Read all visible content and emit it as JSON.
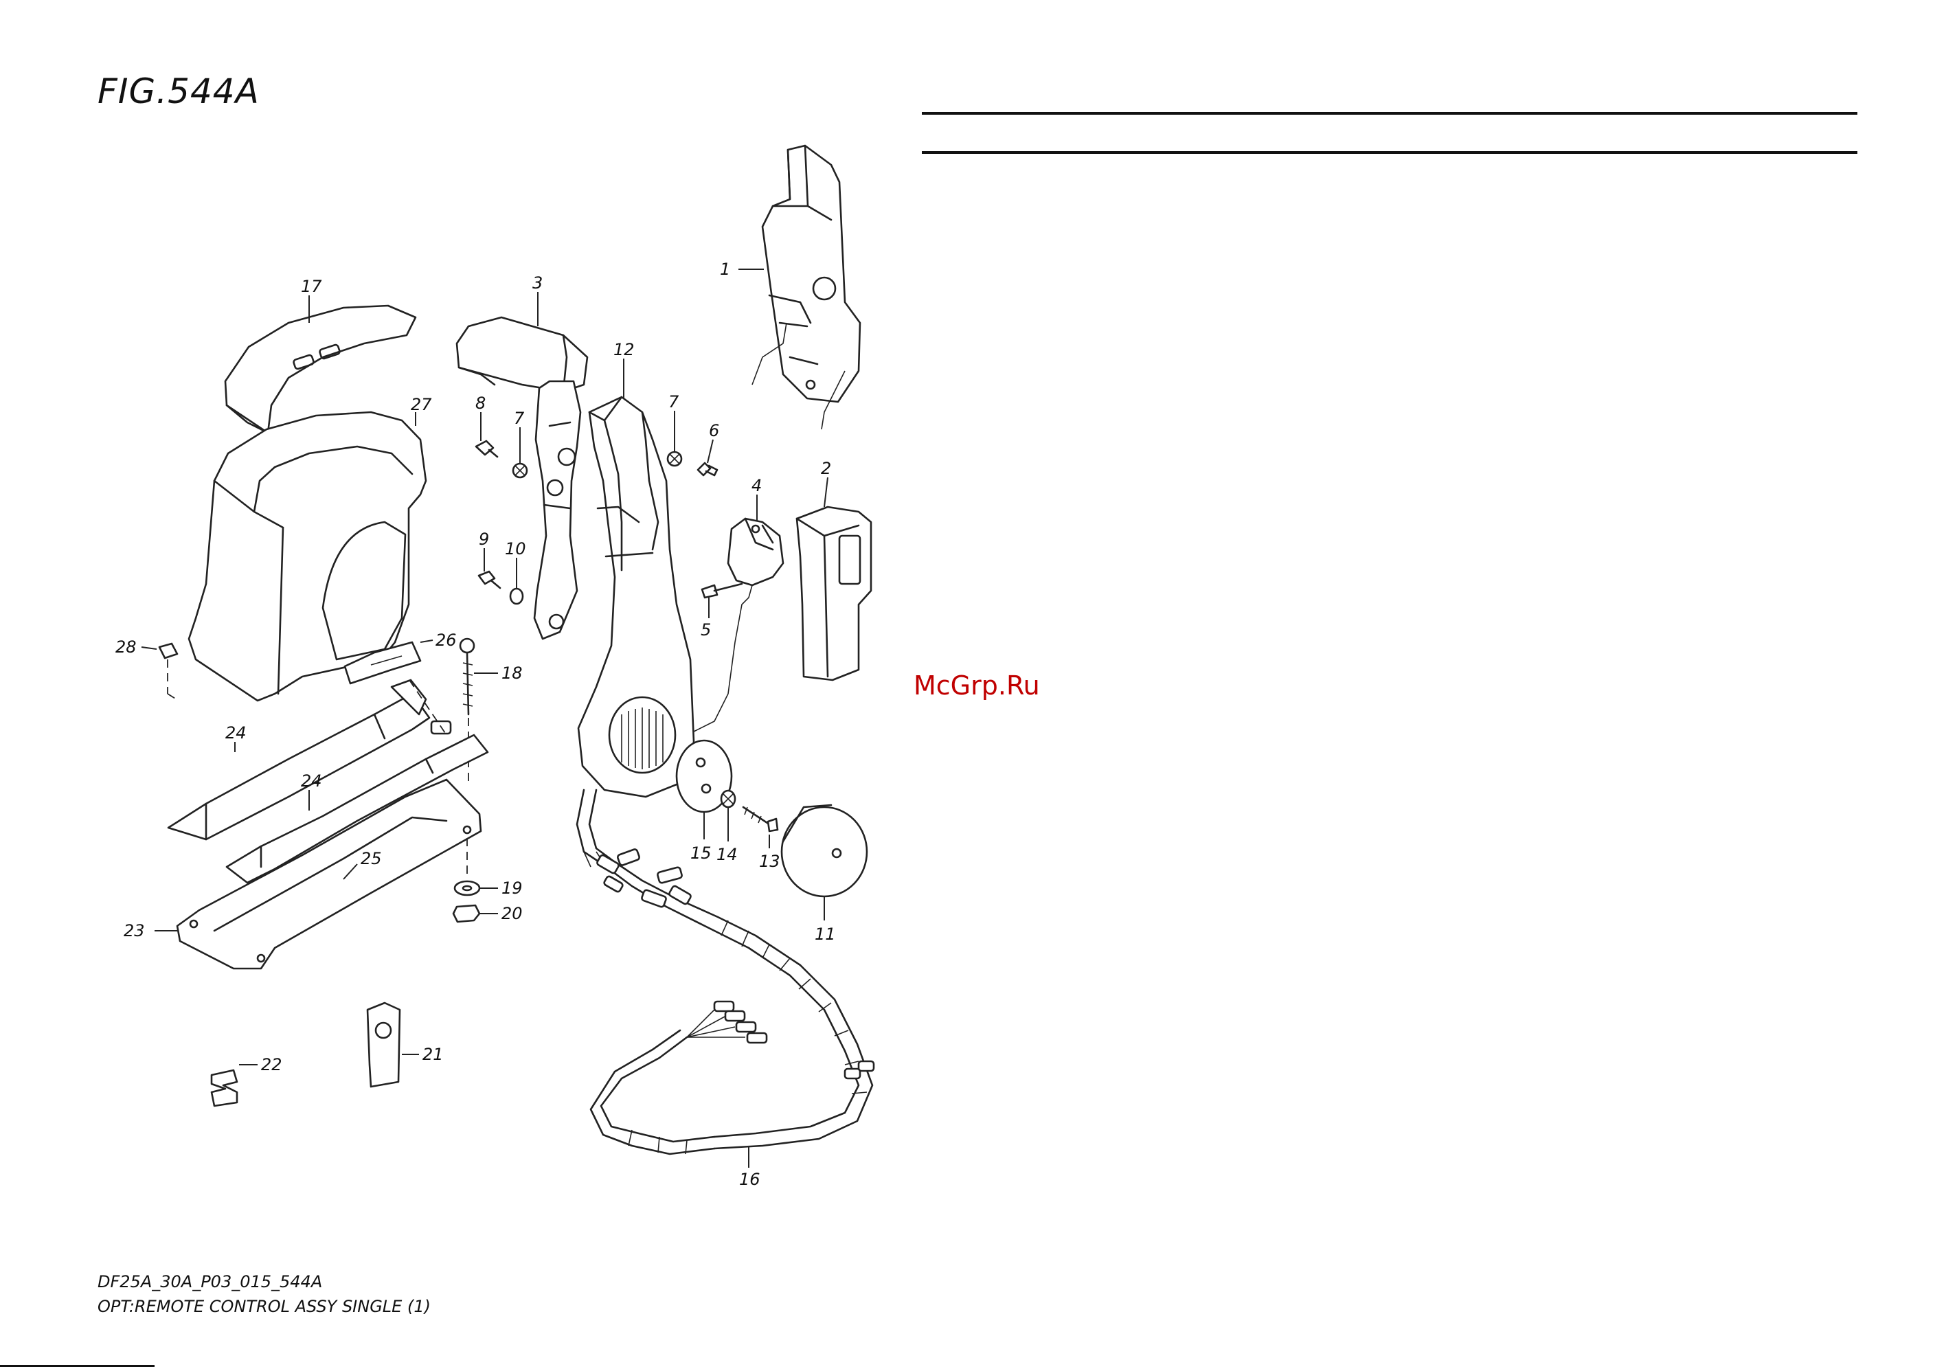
{
  "figure": {
    "title": "FIG.544A",
    "watermark": "McGrp.Ru",
    "model_code": "DF25A_30A_P03_015_544A",
    "description": "OPT:REMOTE CONTROL ASSY SINGLE (1)"
  },
  "callouts": {
    "c1": "1",
    "c2": "2",
    "c3": "3",
    "c4": "4",
    "c5": "5",
    "c6": "6",
    "c7a": "7",
    "c7b": "7",
    "c8": "8",
    "c9": "9",
    "c10": "10",
    "c11": "11",
    "c12": "12",
    "c13": "13",
    "c14": "14",
    "c15": "15",
    "c16": "16",
    "c17": "17",
    "c18": "18",
    "c19": "19",
    "c20": "20",
    "c21": "21",
    "c22": "22",
    "c23": "23",
    "c24a": "24",
    "c24b": "24",
    "c25": "25",
    "c26": "26",
    "c27": "27",
    "c28": "28"
  },
  "colors": {
    "line": "#222222",
    "watermark": "#c00000"
  }
}
